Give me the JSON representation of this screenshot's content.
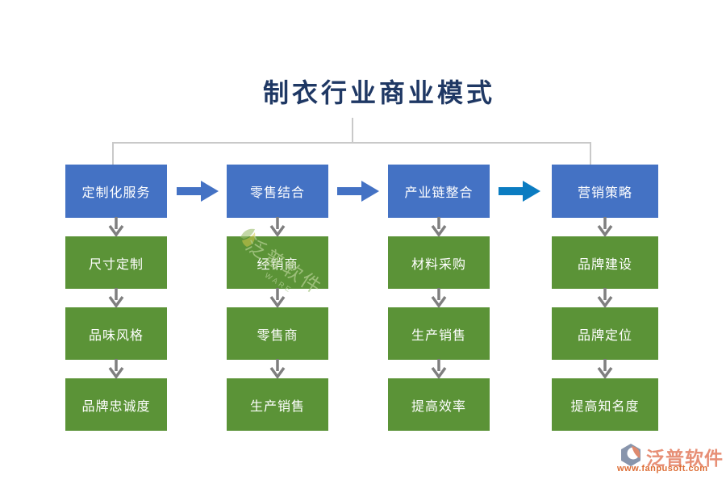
{
  "title": "制衣行业商业模式",
  "columns": [
    {
      "header": "定制化服务",
      "items": [
        "尺寸定制",
        "品味风格",
        "品牌忠诚度"
      ]
    },
    {
      "header": "零售结合",
      "items": [
        "经销商",
        "零售商",
        "生产销售"
      ]
    },
    {
      "header": "产业链整合",
      "items": [
        "材料采购",
        "生产销售",
        "提高效率"
      ]
    },
    {
      "header": "营销策略",
      "items": [
        "品牌建设",
        "品牌定位",
        "提高知名度"
      ]
    }
  ],
  "watermark": {
    "text": "泛普软件",
    "subtext": "WARE"
  },
  "footer": {
    "brand": "泛普软件",
    "url": "www.fanpusoft.com"
  },
  "colors": {
    "header_box": "#4472C4",
    "item_box": "#5B9337",
    "flow_arrow": "#4472C4",
    "flow_arrow_highlight": "#0B7CC1",
    "step_arrow": "#7F7F7F",
    "connector_line": "#C9C9C9",
    "title_text": "#1F3864",
    "brand_text": "#E78F76",
    "brand_url_text": "#DD6D35"
  }
}
